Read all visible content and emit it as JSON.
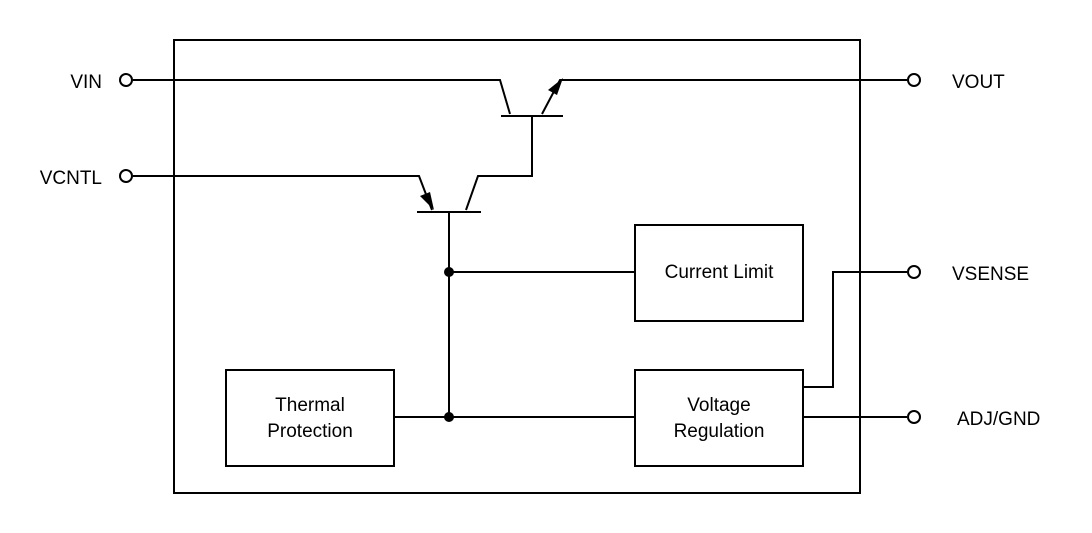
{
  "pins": {
    "vin": "VIN",
    "vcntl": "VCNTL",
    "vout": "VOUT",
    "vsense": "VSENSE",
    "adj_gnd": "ADJ/GND"
  },
  "blocks": {
    "current_limit": "Current Limit",
    "thermal_protection": [
      "Thermal",
      "Protection"
    ],
    "voltage_regulation": [
      "Voltage",
      "Regulation"
    ]
  }
}
